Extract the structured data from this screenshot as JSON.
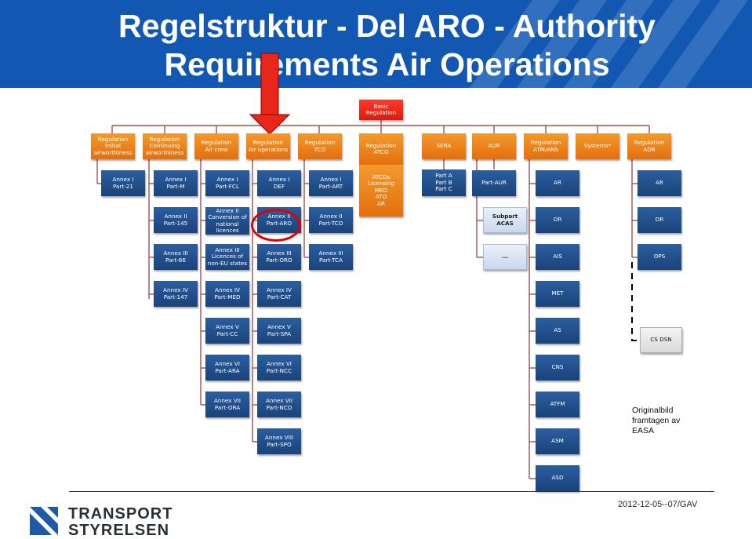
{
  "title": {
    "line1": "Regelstruktur - Del ARO - Authority",
    "line2": "Requirements Air Operations"
  },
  "diagram": {
    "root": "Basic\nRegulation",
    "regulations": [
      "Regulation\nInitial\nairworthiness",
      "Regulation\nContinuing\nairworthiness",
      "Regulation\nAir crew",
      "Regulation\nAir operations",
      "Regulation\nTCO",
      "Regulation\nATCO",
      "SERA",
      "AUR",
      "Regulation\nATM/ANS",
      "Systems*",
      "Regulation\nADR"
    ],
    "col_initial": [
      "Annex I\nPart-21"
    ],
    "col_continuing": [
      "Annex I\nPart-M",
      "Annex II\nPart-145",
      "Annex III\nPart-66",
      "Annex IV\nPart-147"
    ],
    "col_aircrew": [
      "Annex I\nPart-FCL",
      "Annex II\nConversion of\nnational\nlicences",
      "Annex III\nLicences of\nnon-EU states",
      "Annex IV\nPart-MED",
      "Annex V\nPart-CC",
      "Annex VI\nPart-ARA",
      "Annex VII\nPart-ORA"
    ],
    "col_airops": [
      "Annex I\nDEF",
      "Annex II\nPart-ARO",
      "Annex III\nPart-ORO",
      "Annex IV\nPart-CAT",
      "Annex V\nPart-SPA",
      "Annex VI\nPart-NCC",
      "Annex VII\nPart-NCO",
      "Annex VIII\nPart-SPO"
    ],
    "col_tco": [
      "Annex I\nPart-ART",
      "Annex II\nPart-TCO",
      "Annex III\nPart-TCA"
    ],
    "atco_box": "ATCOs\nLicensing\nMED\nATO\nAR",
    "sera_box": "Part A\nPart B\nPart C",
    "col_aur": [
      "Part-AUR",
      "Subpart ACAS",
      "..."
    ],
    "col_atm": [
      "AR",
      "OR",
      "AIS",
      "MET",
      "AS",
      "CNS",
      "ATFM",
      "ASM",
      "ASD"
    ],
    "col_adr": [
      "AR",
      "OR",
      "OPS"
    ],
    "csdsn": "CS DSN"
  },
  "note": "Originalbild\nframtagen av\nEASA",
  "footer": {
    "date": "2012-12-05--07/GAV",
    "logo_line1": "TRANSPORT",
    "logo_line2": "STYRELSEN"
  },
  "colors": {
    "header_blue": "#1257b1",
    "box_blue": "#22508e",
    "orange": "#ec8020",
    "red": "#e8261a",
    "highlight": "#e00000"
  }
}
